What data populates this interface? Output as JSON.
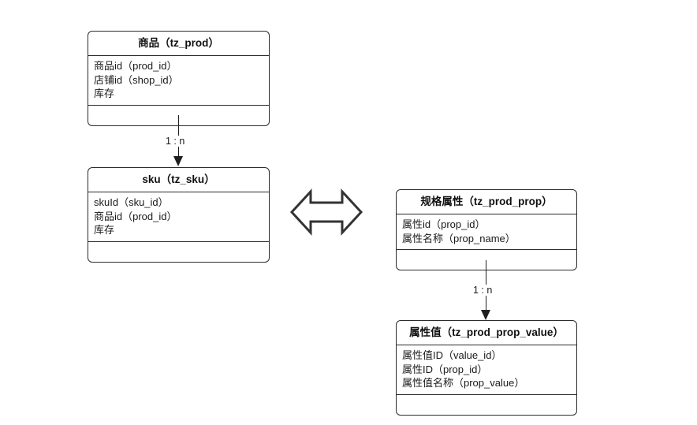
{
  "diagram": {
    "title": "",
    "background_color": "#ffffff",
    "line_color": "#2b2b2b",
    "text_color": "#1a1a1a"
  },
  "entities": [
    {
      "id": "tz_prod",
      "title_cn": "商品",
      "title_table": "tz_prod",
      "title_full": "商品（tz_prod）",
      "fields": [
        "商品id（prod_id）",
        "店铺id（shop_id）",
        "库存"
      ]
    },
    {
      "id": "tz_sku",
      "title_cn": "sku",
      "title_table": "tz_sku",
      "title_full": "sku（tz_sku）",
      "fields": [
        "skuId（sku_id）",
        "商品id（prod_id）",
        "库存"
      ]
    },
    {
      "id": "tz_prod_prop",
      "title_cn": "规格属性",
      "title_table": "tz_prod_prop",
      "title_full": "规格属性（tz_prod_prop）",
      "fields": [
        "属性id（prop_id）",
        "属性名称（prop_name）"
      ]
    },
    {
      "id": "tz_prod_prop_value",
      "title_cn": "属性值",
      "title_table": "tz_prod_prop_value",
      "title_full": "属性值（tz_prod_prop_value）",
      "fields": [
        "属性值ID（value_id）",
        "属性ID（prop_id）",
        "属性值名称（prop_value）"
      ]
    }
  ],
  "relationships": [
    {
      "id": "prod-to-sku",
      "from": "tz_prod",
      "to": "tz_sku",
      "cardinality": "1 : n",
      "style": "solid-arrow-down"
    },
    {
      "id": "prop-to-prop-value",
      "from": "tz_prod_prop",
      "to": "tz_prod_prop_value",
      "cardinality": "1 : n",
      "style": "solid-arrow-down"
    },
    {
      "id": "sku-to-prop",
      "from": "tz_sku",
      "to": "tz_prod_prop",
      "cardinality": "",
      "style": "bidirectional-block-arrow"
    }
  ]
}
